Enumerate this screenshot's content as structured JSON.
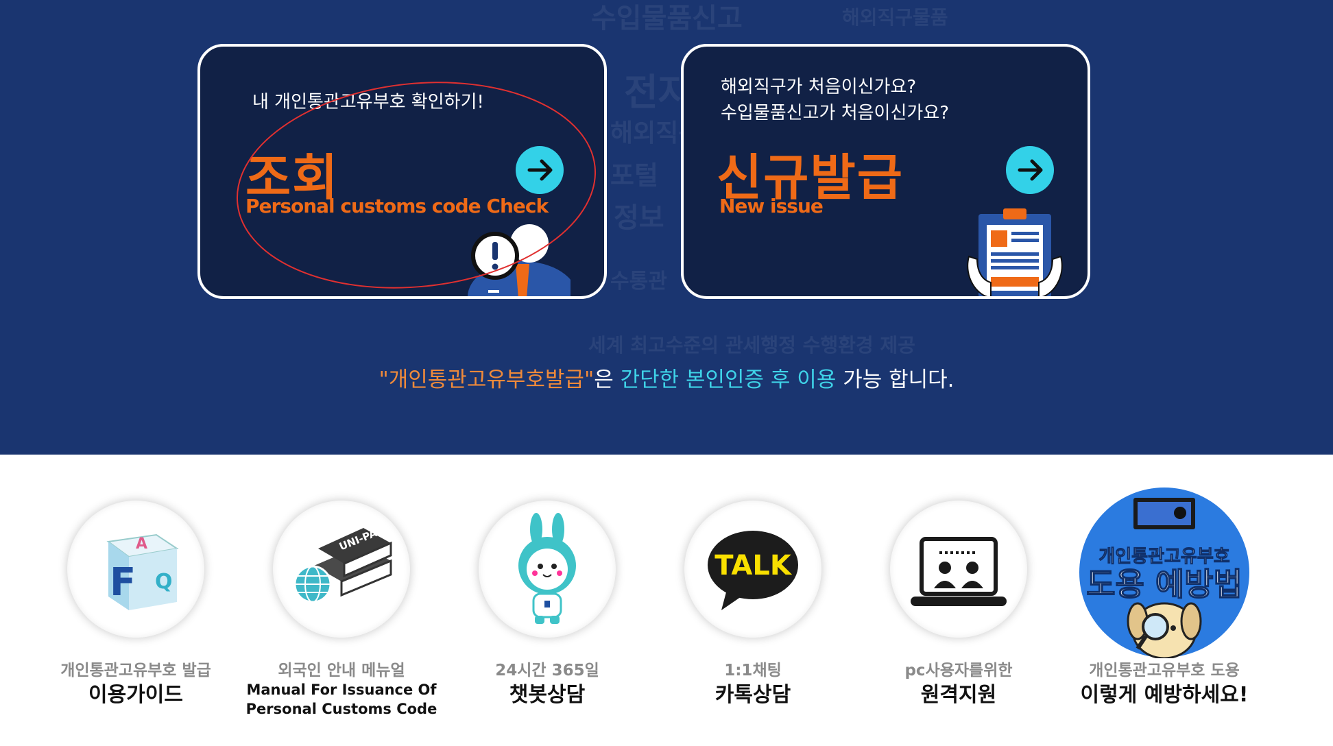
{
  "hero": {
    "background_words": [
      "수입물품신고",
      "해외직구물품",
      "전자통관",
      "해외직구",
      "포털",
      "정보",
      "수통관",
      "세계 최고수준의 관세행정 수행환경 제공"
    ],
    "card_lookup": {
      "subtitle": "내 개인통관고유부호 확인하기!",
      "title": "조회",
      "subtitle_en": "Personal customs code Check"
    },
    "card_new": {
      "subtitle_line1": "해외직구가 처음이신가요?",
      "subtitle_line2": "수입물품신고가 처음이신가요?",
      "title": "신규발급",
      "subtitle_en": "New issue"
    },
    "notice": {
      "part1": "\"개인통관고유부호발급\"",
      "part2": "은 ",
      "part3": "간단한 본인인증 후 이용",
      "part4": " 가능 합니다."
    }
  },
  "services": [
    {
      "small": "개인통관고유부호 발급",
      "label": "이용가이드",
      "icon": "faq-cube-icon"
    },
    {
      "small": "외국인 안내 메뉴얼",
      "label_line1": "Manual For Issuance Of",
      "label_line2": "Personal Customs Code",
      "icon": "unipass-books-globe-icon"
    },
    {
      "small": "24시간 365일",
      "label": "챗봇상담",
      "icon": "chatbot-mascot-icon"
    },
    {
      "small": "1:1채팅",
      "label": "카톡상담",
      "icon": "kakao-talk-icon",
      "talk_text": "TALK"
    },
    {
      "small": "pc사용자를위한",
      "label": "원격지원",
      "icon": "remote-support-icon"
    },
    {
      "small": "개인통관고유부호 도용",
      "label": "이렇게 예방하세요!",
      "icon": "misuse-prevention-icon",
      "badge_line1": "개인통관고유부호",
      "badge_line2": "도용 예방법"
    }
  ],
  "colors": {
    "hero_bg": "#1a3570",
    "card_bg": "#112146",
    "accent_orange": "#ef6a17",
    "accent_cyan": "#33d1e8"
  }
}
